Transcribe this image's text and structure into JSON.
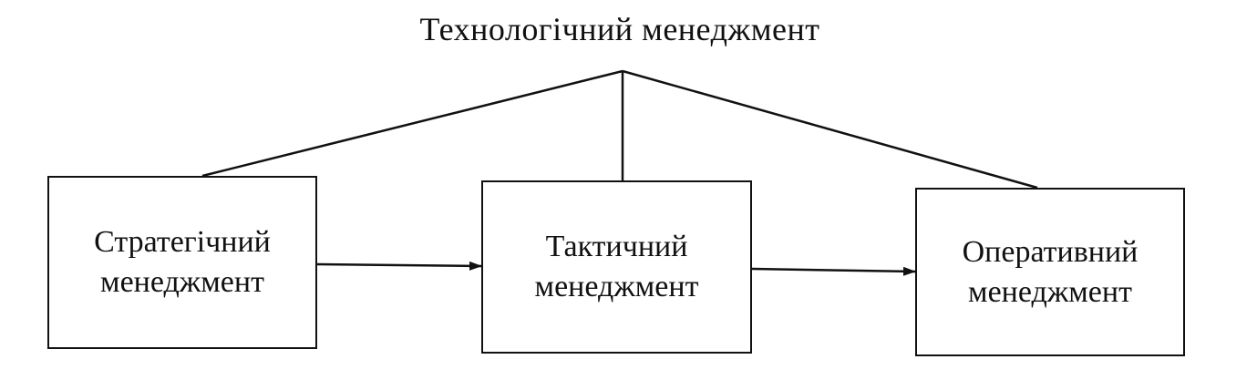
{
  "diagram": {
    "title": "Технологічний менеджмент",
    "nodes": {
      "strategic": {
        "line1": "Стратегічний",
        "line2": "менеджмент"
      },
      "tactical": {
        "line1": "Тактичний",
        "line2": "менеджмент"
      },
      "operative": {
        "line1": "Оперативний",
        "line2": "менеджмент"
      }
    },
    "colors": {
      "stroke": "#111111",
      "background": "#ffffff"
    }
  }
}
